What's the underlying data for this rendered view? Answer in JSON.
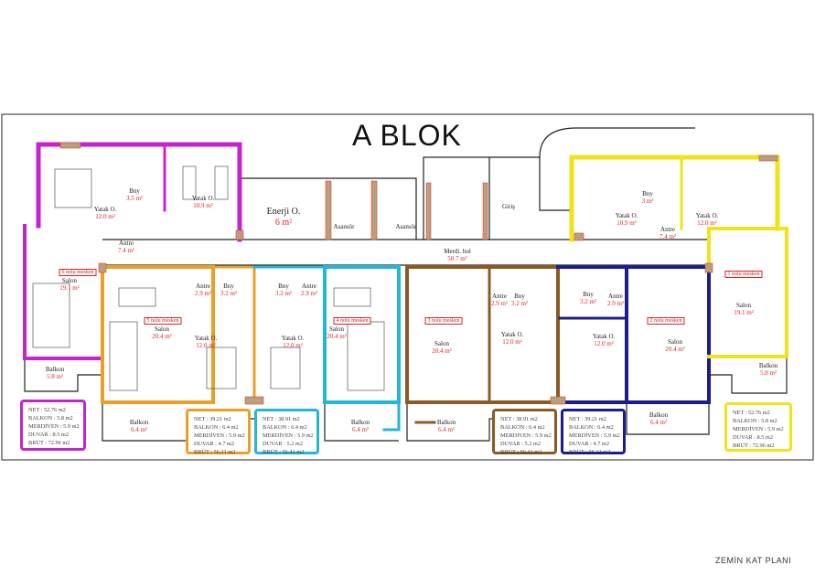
{
  "title": "A BLOK",
  "footer": "ZEMİN KAT PLANI",
  "colors": {
    "unit1": "#f2e21a",
    "unit2": "#1c1c8e",
    "unit3": "#8a5a22",
    "unit4": "#22b6d8",
    "unit5": "#e8a028",
    "unit6": "#c424cc",
    "area": "#e2242c"
  },
  "rooms": [
    {
      "name": "Yatak O.",
      "area": "12.0 m²"
    },
    {
      "name": "Bny",
      "area": "3.5 m²"
    },
    {
      "name": "Yatak O.",
      "area": "10.9 m²"
    },
    {
      "name": "Antre",
      "area": "7.4 m²"
    },
    {
      "name": "Enerji O.",
      "area": "6 m²"
    },
    {
      "name": "Asansör",
      "area": ""
    },
    {
      "name": "Asansör",
      "area": ""
    },
    {
      "name": "Merdi. hol",
      "area": "50.7 m²"
    },
    {
      "name": "Giriş",
      "area": ""
    },
    {
      "name": "Yatak O.",
      "area": "10.9 m²"
    },
    {
      "name": "Bny",
      "area": "3 m²"
    },
    {
      "name": "Antre",
      "area": "7.4 m²"
    },
    {
      "name": "Yatak O.",
      "area": "12.0 m²"
    },
    {
      "name": "Salon",
      "area": "19.1 m²"
    },
    {
      "name": "Balkon",
      "area": "5.8 m²"
    },
    {
      "name": "Salon",
      "area": "20.4 m²"
    },
    {
      "name": "Antre",
      "area": "2.9 m²"
    },
    {
      "name": "Bny",
      "area": "3.2 m²"
    },
    {
      "name": "Yatak O.",
      "area": "12.0 m²"
    },
    {
      "name": "Bny",
      "area": "3.2 m²"
    },
    {
      "name": "Antre",
      "area": "2.9 m²"
    },
    {
      "name": "Yatak O.",
      "area": "12.0 m²"
    },
    {
      "name": "Salon",
      "area": "20.4 m²"
    },
    {
      "name": "Salon",
      "area": "20.4 m²"
    },
    {
      "name": "Antre",
      "area": "2.9 m²"
    },
    {
      "name": "Bny",
      "area": "3.2 m²"
    },
    {
      "name": "Yatak O.",
      "area": "12.0 m²"
    },
    {
      "name": "Bny",
      "area": "3.2 m²"
    },
    {
      "name": "Antre",
      "area": "2.9 m²"
    },
    {
      "name": "Yatak O.",
      "area": "12.0 m²"
    },
    {
      "name": "Salon",
      "area": "20.4 m²"
    },
    {
      "name": "Salon",
      "area": "19.1 m²"
    },
    {
      "name": "Balkon",
      "area": "5.8 m²"
    },
    {
      "name": "Balkon",
      "area": "6.4 m²"
    },
    {
      "name": "Balkon",
      "area": "6.4 m²"
    },
    {
      "name": "Balkon",
      "area": "6.4 m²"
    },
    {
      "name": "Balkon",
      "area": "6.4 m²"
    }
  ],
  "unit_tags": [
    "6 nolu mesken",
    "5 nolu mesken",
    "4 nolu mesken",
    "3 nolu mesken",
    "2 nolu mesken",
    "1 nolu mesken"
  ],
  "info_boxes": [
    {
      "unit": "6",
      "lines": [
        "NET : 52.76 m2",
        "BALKON : 5.8 m2",
        "MERDİVEN : 5.9 m2",
        "DUVAR : 8.5 m2",
        "BRÜT : 72.96 m2"
      ]
    },
    {
      "unit": "5",
      "lines": [
        "NET : 39.21 m2",
        "BALKON : 6.4 m2",
        "MERDİVEN : 5.9 m2",
        "DUVAR : 4.7 m2",
        "BRÜT : 56.21 m2"
      ]
    },
    {
      "unit": "4",
      "lines": [
        "NET : 38.91 m2",
        "BALKON : 6.4 m2",
        "MERDİVEN : 5.9 m2",
        "DUVAR : 5.2 m2",
        "BRÜT : 56.41 m2"
      ]
    },
    {
      "unit": "3",
      "lines": [
        "NET : 38.91 m2",
        "BALKON : 6.4 m2",
        "MERDİVEN : 5.9 m2",
        "DUVAR : 5.2 m2",
        "BRÜT : 56.41 m2"
      ]
    },
    {
      "unit": "2",
      "lines": [
        "NET : 39.21 m2",
        "BALKON : 6.4 m2",
        "MERDİVEN : 5.9 m2",
        "DUVAR : 4.7 m2",
        "BRÜT : 56.21 m2"
      ]
    },
    {
      "unit": "1",
      "lines": [
        "NET : 52.76 m2",
        "BALKON : 5.8 m2",
        "MERDİVEN : 5.9 m2",
        "DUVAR : 8.5 m2",
        "BRÜT : 72.96 m2"
      ]
    }
  ]
}
